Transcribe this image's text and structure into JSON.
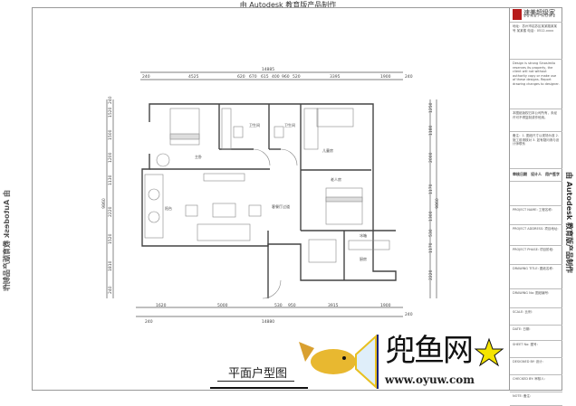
{
  "watermark_top": "由 Autodesk 教育版产品制作",
  "watermark_side": "由 Autodesk 教育版产品制作",
  "title_block": {
    "brand_cn": "速美超级家",
    "brand_en": "SUMEI HOME",
    "address": "地址：苏州市姑苏区某某路某某号 某某楼 电话：0512-xxxx",
    "notes_en": "Design is strong Sinosimilo reserves its property, the client will not without authority copy or make use of these designs. Report drawing changes to designer.",
    "notes_cn": "本图纸版权归本公司所有，未经许可不得复制或作他用。",
    "remarks": "备注：1. 图纸尺寸以现场为准 2. 施工前请核对 3. 如有疑问请与设计师联系",
    "sign_labels": [
      "审核日期",
      "设计人",
      "用户签字"
    ],
    "fields": [
      "PROJECT NAME: 工程名称:",
      "PROJECT ADDRESS: 项目地址:",
      "PROJECT PHASE: 项目阶段:",
      "DRAWING TITLE: 图纸名称:",
      "DRAWING No: 图纸编号:",
      "SCALE: 比例:",
      "DATE: 日期:",
      "SHEET No: 图号:",
      "DESIGNED BY: 设计:",
      "CHECKED BY: 审核人:",
      "NOTE: 备注:"
    ]
  },
  "dimensions": {
    "top_total": "14885",
    "top": [
      "240",
      "4525",
      "620",
      "670",
      "615",
      "400",
      "960",
      "520",
      "3395",
      "1900",
      "240"
    ],
    "bottom_total": "14880",
    "bottom": [
      "240",
      "1620",
      "5000",
      "530",
      "950",
      "3915",
      "1900",
      "240"
    ],
    "left_total": "9860",
    "left": [
      "240",
      "1520",
      "1500",
      "1200",
      "1130",
      "2220",
      "1520",
      "1810",
      "240"
    ],
    "right_total": "9860",
    "right": [
      "1250",
      "1180",
      "2000",
      "1170",
      "1300",
      "530",
      "1170",
      "2220"
    ]
  },
  "rooms": {
    "master_bedroom": "主卧",
    "bath1": "卫生间",
    "bath2": "卫生间",
    "kids_room": "儿童房",
    "elder_room": "老人房",
    "living": "客餐厅过道",
    "balcony": "阳台",
    "kitchen": "厨房",
    "dining_small": "冰箱"
  },
  "drawing_title": "平面户型图",
  "logo_site": {
    "name": "兜鱼网",
    "url": "www.oyuw.com"
  }
}
